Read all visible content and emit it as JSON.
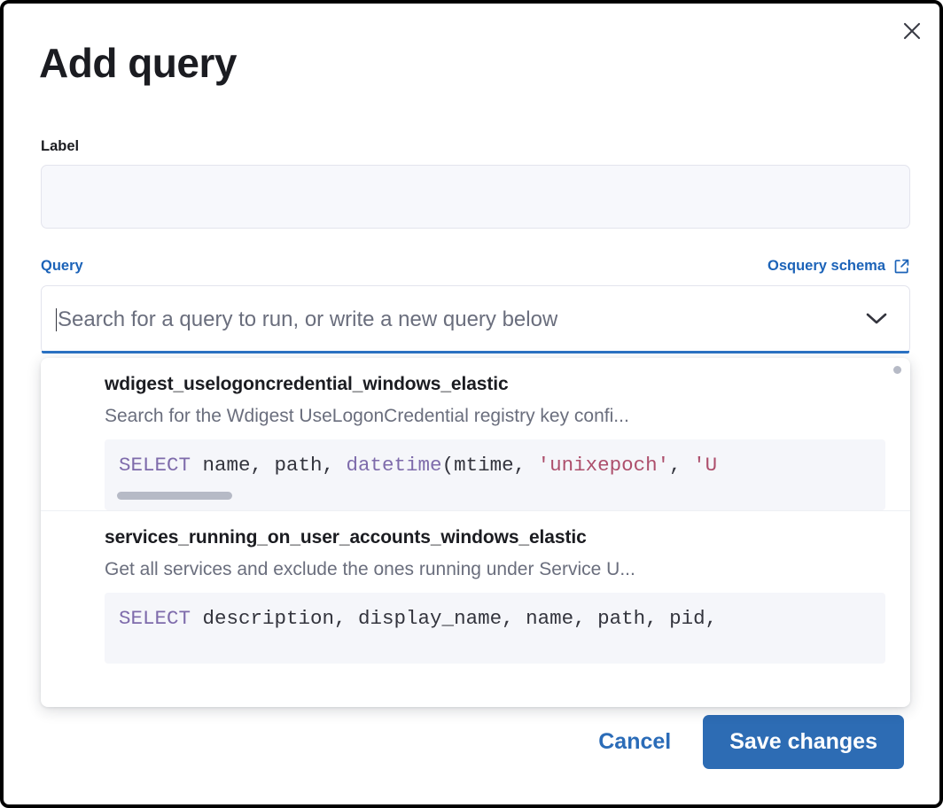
{
  "modal": {
    "title": "Add query",
    "close_icon": "close-icon"
  },
  "form": {
    "label_field": {
      "label": "Label",
      "value": "",
      "placeholder": ""
    },
    "query_field": {
      "label": "Query",
      "schema_link": "Osquery schema",
      "schema_link_icon": "external-link-icon",
      "combo_placeholder": "Search for a query to run, or write a new query below",
      "combo_value": "",
      "chevron_icon": "chevron-down-icon"
    }
  },
  "dropdown": {
    "options": [
      {
        "title": "wdigest_uselogoncredential_windows_elastic",
        "description": "Search for the Wdigest UseLogonCredential registry key confi...",
        "code_tokens": [
          {
            "t": "SELECT",
            "c": "kw"
          },
          {
            "t": " name, path, ",
            "c": "id"
          },
          {
            "t": "datetime",
            "c": "fn"
          },
          {
            "t": "(mtime, ",
            "c": "id"
          },
          {
            "t": "'unixepoch'",
            "c": "str"
          },
          {
            "t": ", ",
            "c": "id"
          },
          {
            "t": "'U",
            "c": "str"
          }
        ]
      },
      {
        "title": "services_running_on_user_accounts_windows_elastic",
        "description": "Get all services and exclude the ones running under Service U...",
        "code_tokens": [
          {
            "t": "SELECT",
            "c": "kw"
          },
          {
            "t": " description, display_name, name, path, pid,",
            "c": "id"
          }
        ]
      }
    ]
  },
  "footer": {
    "cancel_label": "Cancel",
    "save_label": "Save changes"
  },
  "colors": {
    "accent_blue": "#2d6cb4",
    "link_blue": "#1c63b8",
    "focus_underline": "#2b72c4",
    "keyword_purple": "#7e6bab",
    "string_red": "#ad4f6c",
    "muted_text": "#6a6e7d",
    "title_text": "#1b1c21"
  }
}
